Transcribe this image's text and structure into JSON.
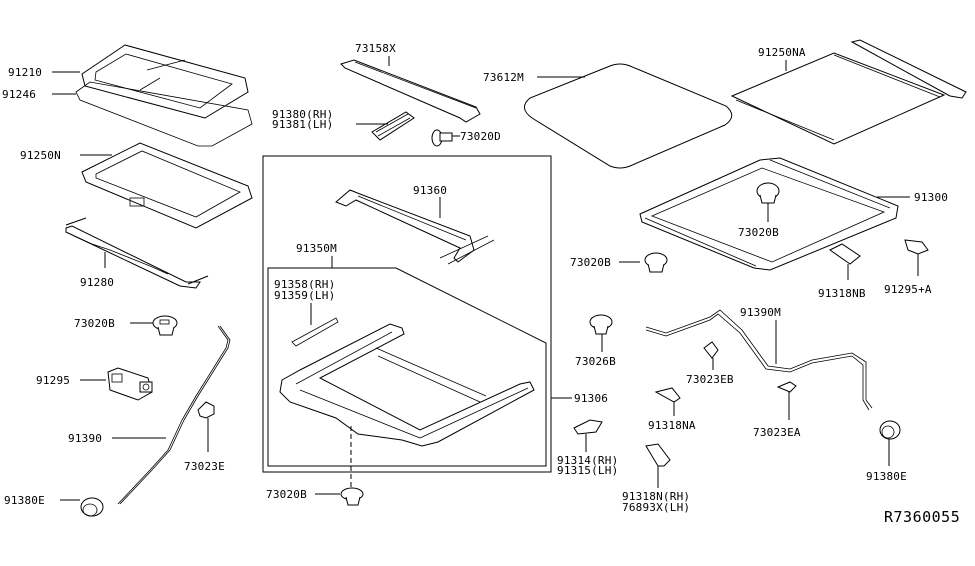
{
  "diagram": {
    "title": "Sunroof Parts Diagram",
    "reference_code": "R7360055",
    "groups": {
      "outer_box_part": "91306",
      "inner_box_part": "91350M"
    },
    "labels": {
      "p91210": "91210",
      "p91246": "91246",
      "p91250N": "91250N",
      "p91280": "91280",
      "p73020B_left": "73020B",
      "p91295": "91295",
      "p91390": "91390",
      "p73023E": "73023E",
      "p91380E_left": "91380E",
      "p73158X": "73158X",
      "p91380_rh": "91380(RH)",
      "p91381_lh": "91381(LH)",
      "p73020D": "73020D",
      "p73612M": "73612M",
      "p91250NA": "91250NA",
      "p91360": "91360",
      "p91350M": "91350M",
      "p91358_rh": "91358(RH)",
      "p91359_lh": "91359(LH)",
      "p73020B_bottom": "73020B",
      "p91306": "91306",
      "p73020B_mid": "73020B",
      "p73020B_frame": "73020B",
      "p91300": "91300",
      "p91318NB": "91318NB",
      "p91295A": "91295+A",
      "p73026B": "73026B",
      "p91390M": "91390M",
      "p73023EB": "73023EB",
      "p91318NA": "91318NA",
      "p73023EA": "73023EA",
      "p91314_rh": "91314(RH)",
      "p91315_lh": "91315(LH)",
      "p91318N_rh": "91318N(RH)",
      "p76893X_lh": "76893X(LH)",
      "p91380E_right": "91380E"
    }
  }
}
